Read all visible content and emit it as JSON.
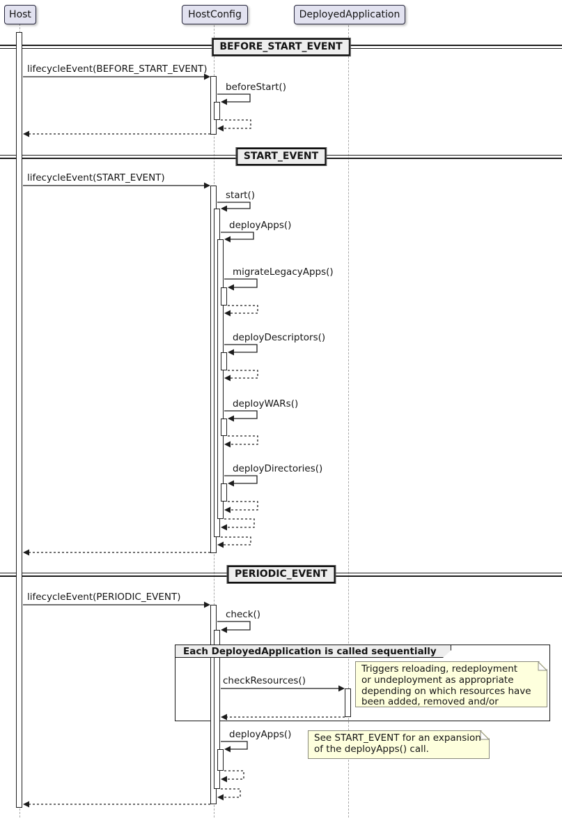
{
  "participants": [
    {
      "name": "Host"
    },
    {
      "name": "HostConfig"
    },
    {
      "name": "DeployedApplication"
    }
  ],
  "dividers": [
    {
      "label": "BEFORE_START_EVENT"
    },
    {
      "label": "START_EVENT"
    },
    {
      "label": "PERIODIC_EVENT"
    }
  ],
  "messages": {
    "s1_lifecycle": "lifecycleEvent(BEFORE_START_EVENT)",
    "s1_beforeStart": "beforeStart()",
    "s2_lifecycle": "lifecycleEvent(START_EVENT)",
    "s2_start": "start()",
    "s2_deployApps": "deployApps()",
    "s2_migrateLegacyApps": "migrateLegacyApps()",
    "s2_deployDescriptors": "deployDescriptors()",
    "s2_deployWARs": "deployWARs()",
    "s2_deployDirectories": "deployDirectories()",
    "s3_lifecycle": "lifecycleEvent(PERIODIC_EVENT)",
    "s3_check": "check()",
    "s3_checkResources": "checkResources()",
    "s3_deployApps": "deployApps()"
  },
  "group": {
    "label": "Each DeployedApplication is called sequentially"
  },
  "notes": {
    "checkResources": "Triggers reloading, redeployment\nor undeployment as appropriate\ndepending on which resources have\nbeen added, removed and/or changed.",
    "deployApps": "See START_EVENT for an expansion\nof the deployApps() call."
  },
  "colors": {
    "participant_fill": "#e2e2f0",
    "divider_fill": "#eeeeee",
    "note_fill": "#feffdd",
    "line": "#1c1c1c",
    "lifeline": "#a8a8a8"
  }
}
